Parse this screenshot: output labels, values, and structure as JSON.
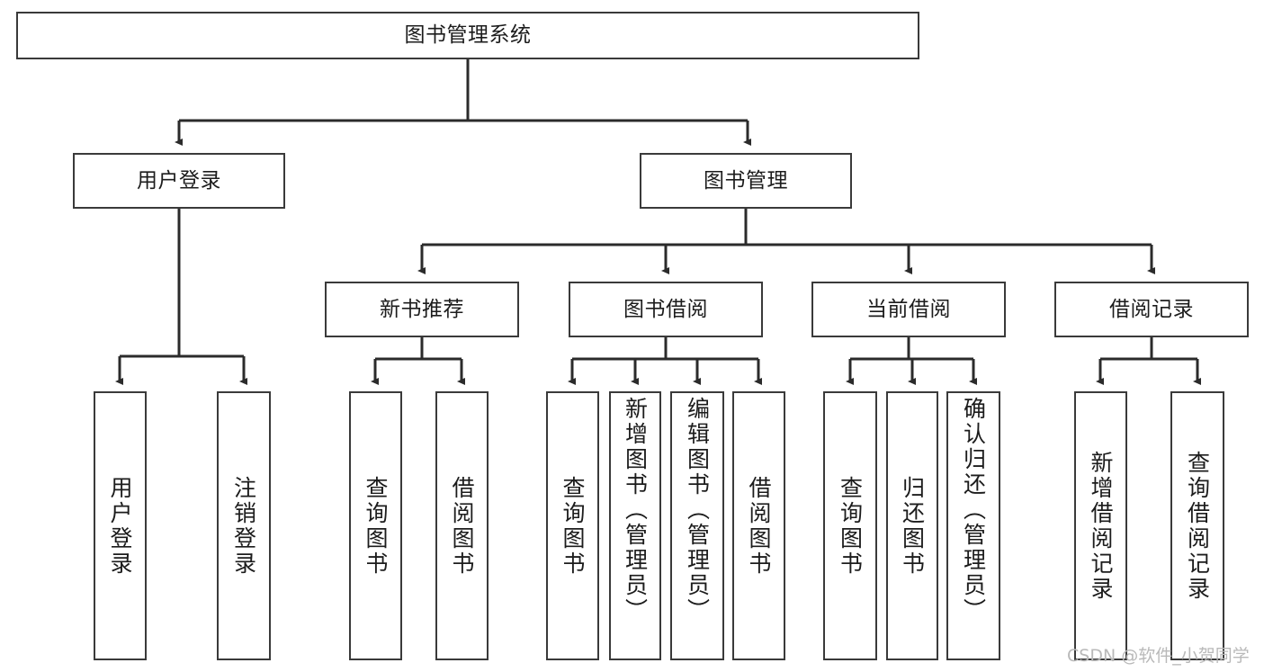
{
  "diagram": {
    "title": "图书管理系统",
    "watermark": "CSDN @软件_小贺同学",
    "colors": {
      "box_border": "#3a3a3a",
      "connector": "#2b2b2b",
      "text": "#1c1c1c",
      "background": "#ffffff",
      "watermark": "#b9b9b9"
    },
    "root": {
      "label": "图书管理系统"
    },
    "level2": [
      {
        "label": "用户登录"
      },
      {
        "label": "图书管理"
      }
    ],
    "level3": [
      {
        "label": "新书推荐"
      },
      {
        "label": "图书借阅"
      },
      {
        "label": "当前借阅"
      },
      {
        "label": "借阅记录"
      }
    ],
    "leaves": {
      "user_login": [
        {
          "label": "用户登录"
        },
        {
          "label": "注销登录"
        }
      ],
      "new_book": [
        {
          "label": "查询图书"
        },
        {
          "label": "借阅图书"
        }
      ],
      "book_borrow": [
        {
          "label": "查询图书"
        },
        {
          "label": "新增图书（管理员）"
        },
        {
          "label": "编辑图书（管理员）"
        },
        {
          "label": "借阅图书"
        }
      ],
      "current_borrow": [
        {
          "label": "查询图书"
        },
        {
          "label": "归还图书"
        },
        {
          "label": "确认归还（管理员）"
        }
      ],
      "borrow_record": [
        {
          "label": "新增借阅记录"
        },
        {
          "label": "查询借阅记录"
        }
      ]
    }
  }
}
